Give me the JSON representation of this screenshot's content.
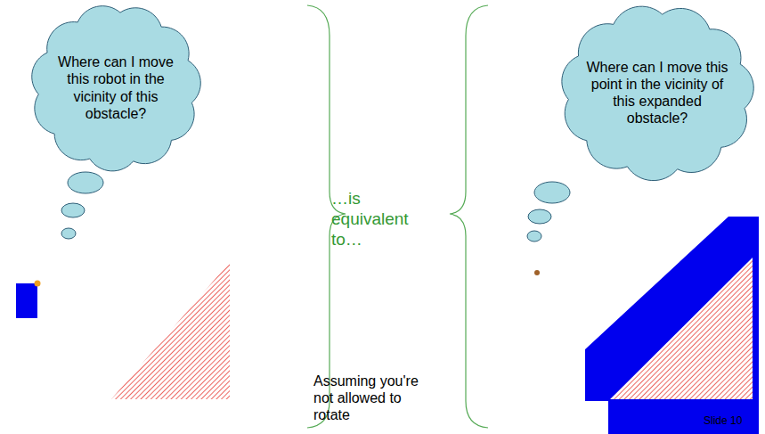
{
  "diagram": {
    "nodes": [
      {
        "text": [
          "Where can I move this robot in the vicinity of this obstacle?"
        ]
      },
      {
        "text": [
          "Where can I move this point in the vicinity of this expanded obstacle?"
        ]
      }
    ],
    "labels": [
      "…is equivalent to…",
      "Assuming you're not allowed to rotate",
      "Slide 10"
    ]
  }
}
